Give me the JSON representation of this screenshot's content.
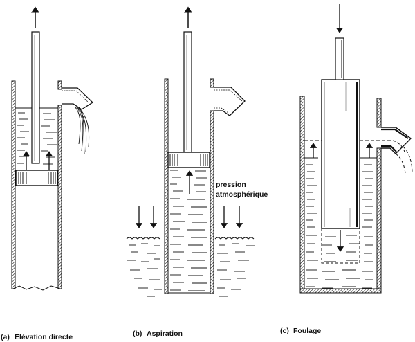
{
  "figure": {
    "panels": [
      {
        "id": "a",
        "caption_letter": "(a)",
        "caption_text": "Elévation directe"
      },
      {
        "id": "b",
        "caption_letter": "(b)",
        "caption_text": "Aspiration",
        "annotation_line1": "pression",
        "annotation_line2": "atmosphérique"
      },
      {
        "id": "c",
        "caption_letter": "(c)",
        "caption_text": "Foulage"
      }
    ]
  },
  "colors": {
    "ink": "#111111",
    "paper": "#ffffff"
  }
}
